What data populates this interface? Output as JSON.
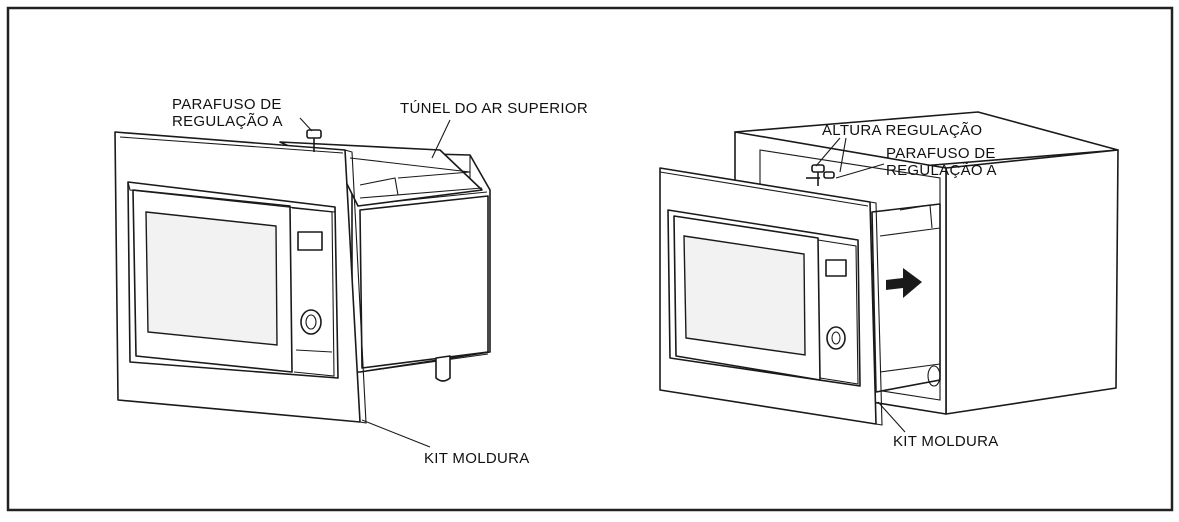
{
  "left_figure": {
    "labels": {
      "adjust_screw": "PARAFUSO DE\nREGULAÇÃO A",
      "top_air_tunnel": "TÚNEL DO AR SUPERIOR",
      "frame_kit": "KIT MOLDURA"
    }
  },
  "right_figure": {
    "labels": {
      "height_adjust": "ALTURA REGULAÇÃO",
      "adjust_screw": "PARAFUSO DE\nREGULAÇÃO A",
      "frame_kit": "KIT MOLDURA"
    }
  },
  "colors": {
    "line": "#1a1a1a",
    "background": "#ffffff"
  }
}
